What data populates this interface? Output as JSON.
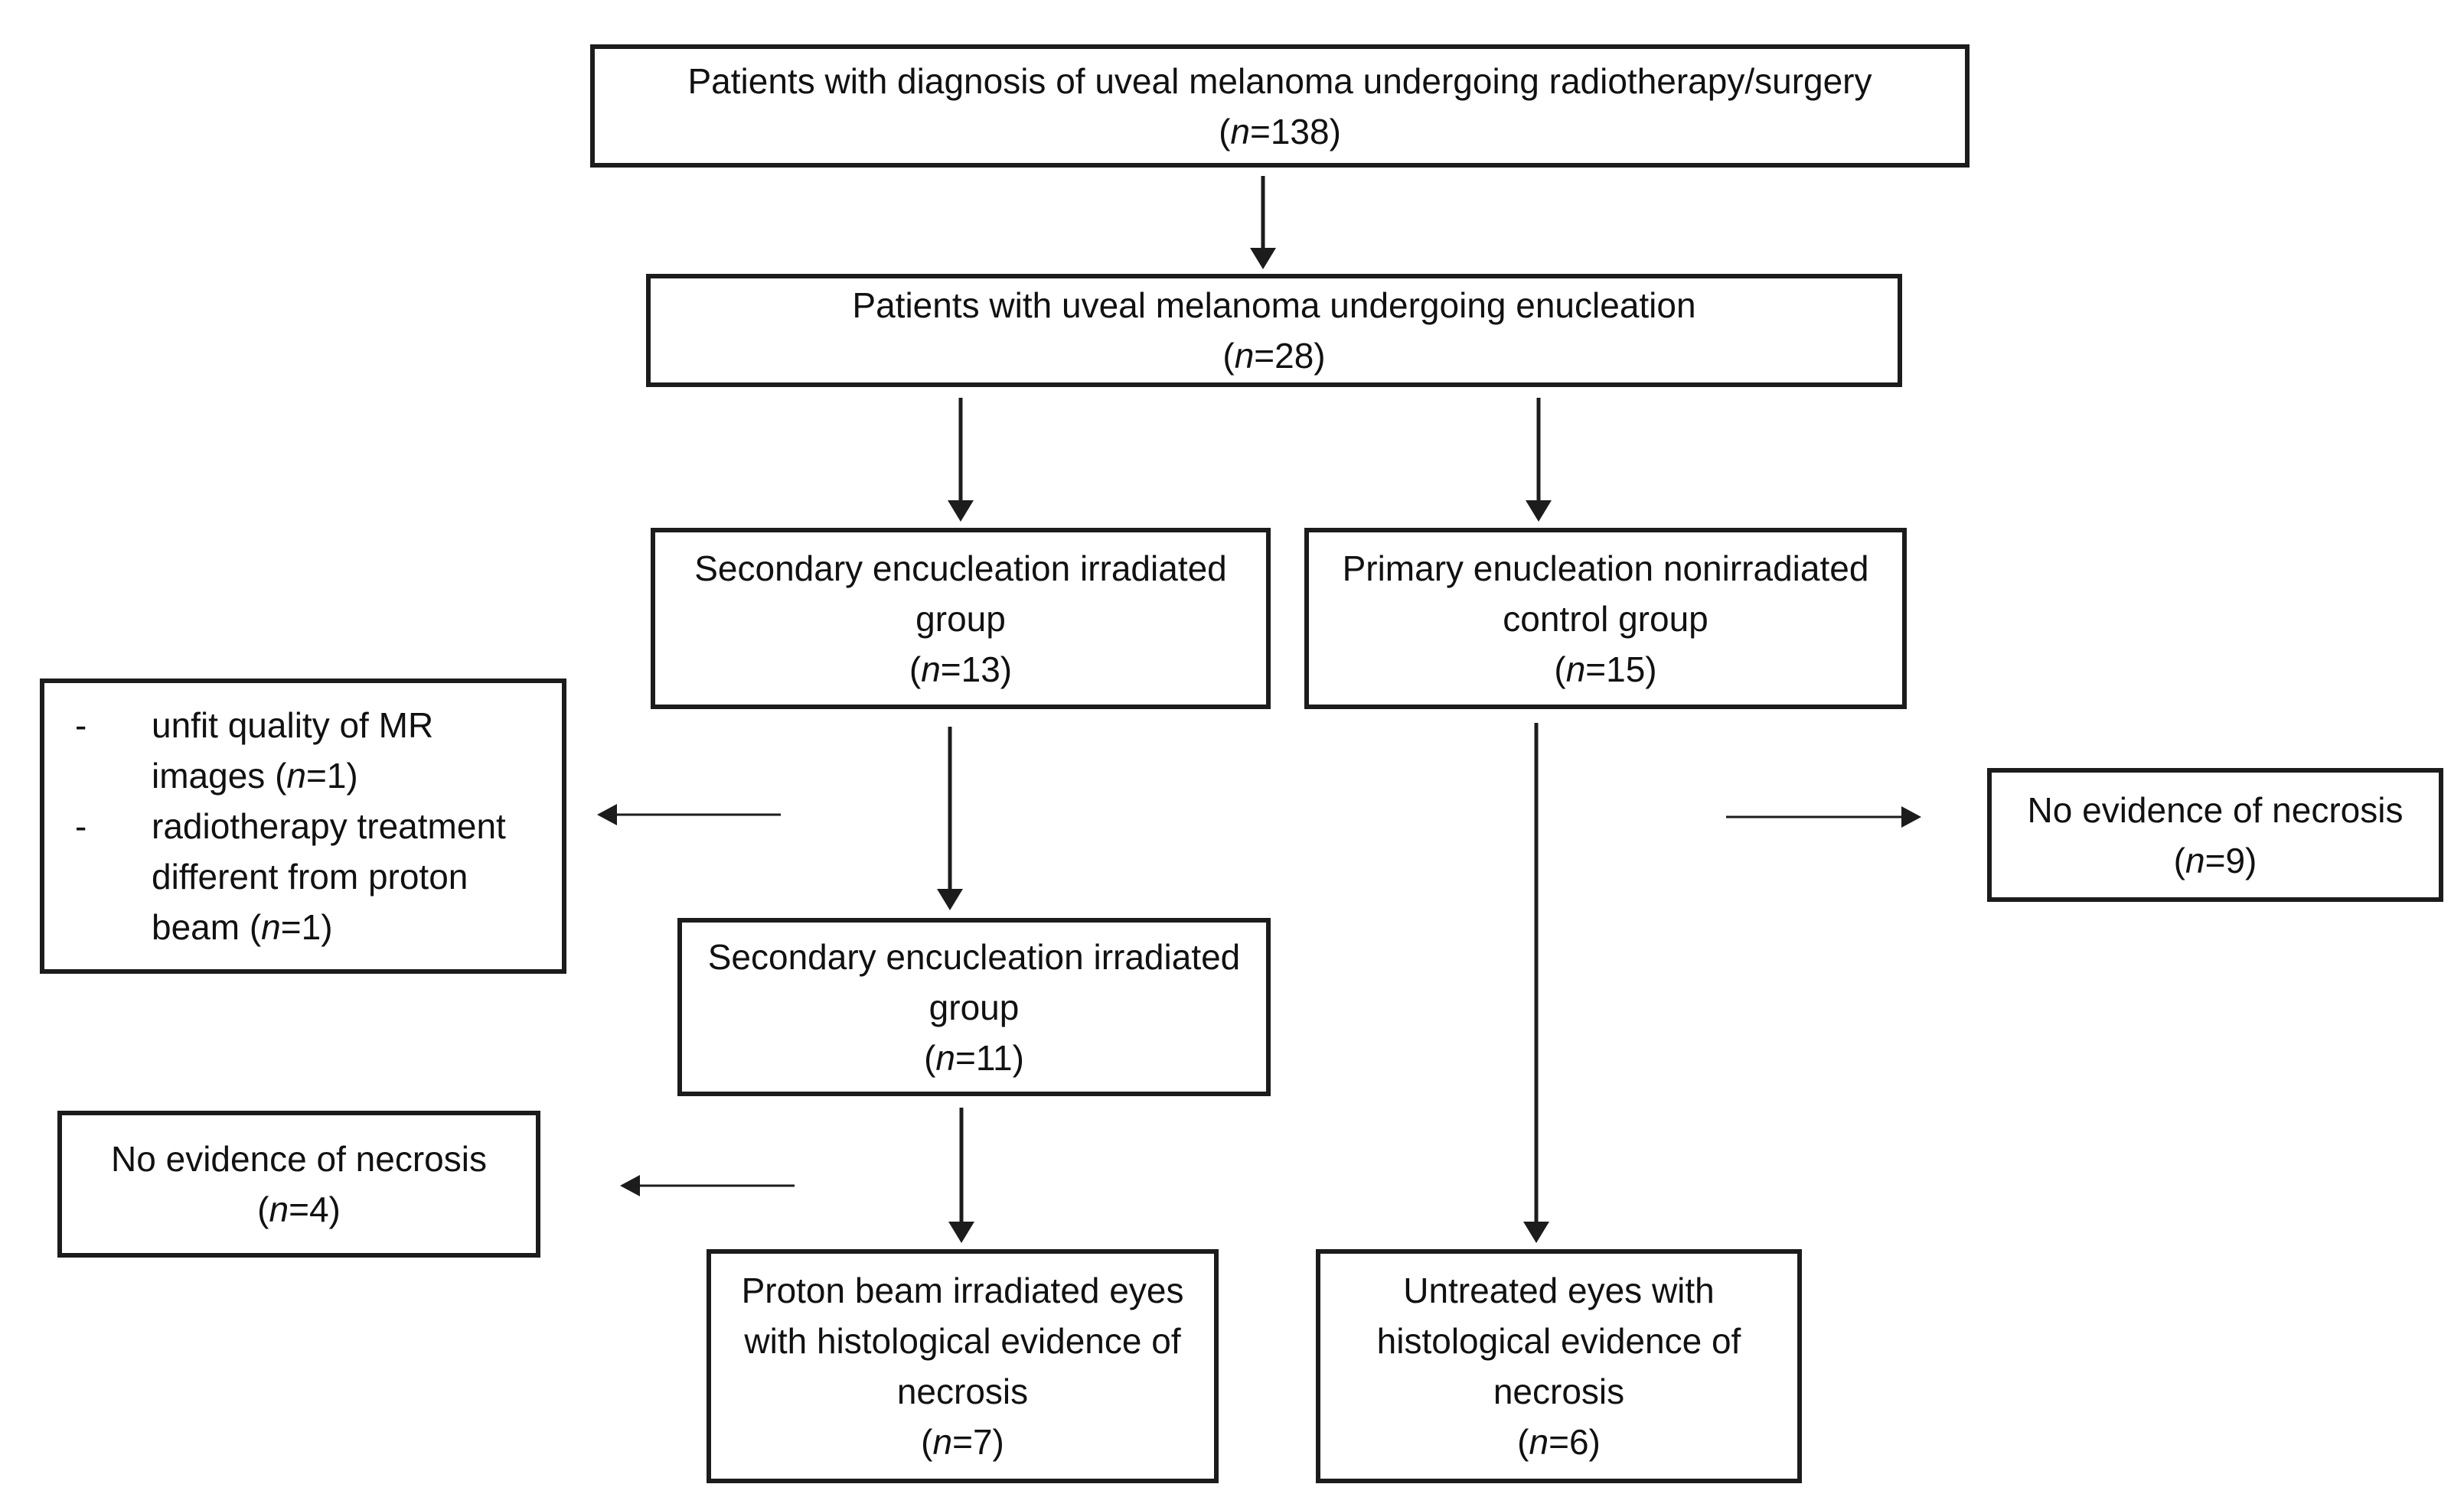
{
  "diagram": {
    "bullet": "-",
    "colors": {
      "border": "#1c1c1c",
      "text": "#111111",
      "background": "#ffffff"
    },
    "boxes": {
      "screened": {
        "label": "Patients with diagnosis of uveal melanoma undergoing radiotherapy/surgery",
        "count": "(n=138)"
      },
      "enucleation": {
        "label": "Patients with uveal melanoma undergoing enucleation",
        "count": "(n=28)"
      },
      "secondary_irradiated_initial": {
        "label": "Secondary encucleation irradiated group",
        "count": "(n=13)"
      },
      "primary_control": {
        "label": "Primary enucleation nonirradiated control group",
        "count": "(n=15)"
      },
      "excluded": {
        "items": [
          {
            "text": "unfit quality of MR images (n=1)"
          },
          {
            "text": "radiotherapy treatment different from proton beam (n=1)"
          }
        ]
      },
      "no_necrosis_control": {
        "label": "No evidence of necrosis",
        "count": "(n=9)"
      },
      "secondary_irradiated_final": {
        "label": "Secondary encucleation irradiated group",
        "count": "(n=11)"
      },
      "no_necrosis_irradiated": {
        "label": "No evidence of necrosis",
        "count": "(n=4)"
      },
      "proton_necrosis": {
        "label": "Proton beam irradiated eyes with histological evidence of necrosis",
        "count": "(n=7)"
      },
      "untreated_necrosis": {
        "label": "Untreated eyes with histological evidence of necrosis",
        "count": "(n=6)"
      }
    }
  }
}
